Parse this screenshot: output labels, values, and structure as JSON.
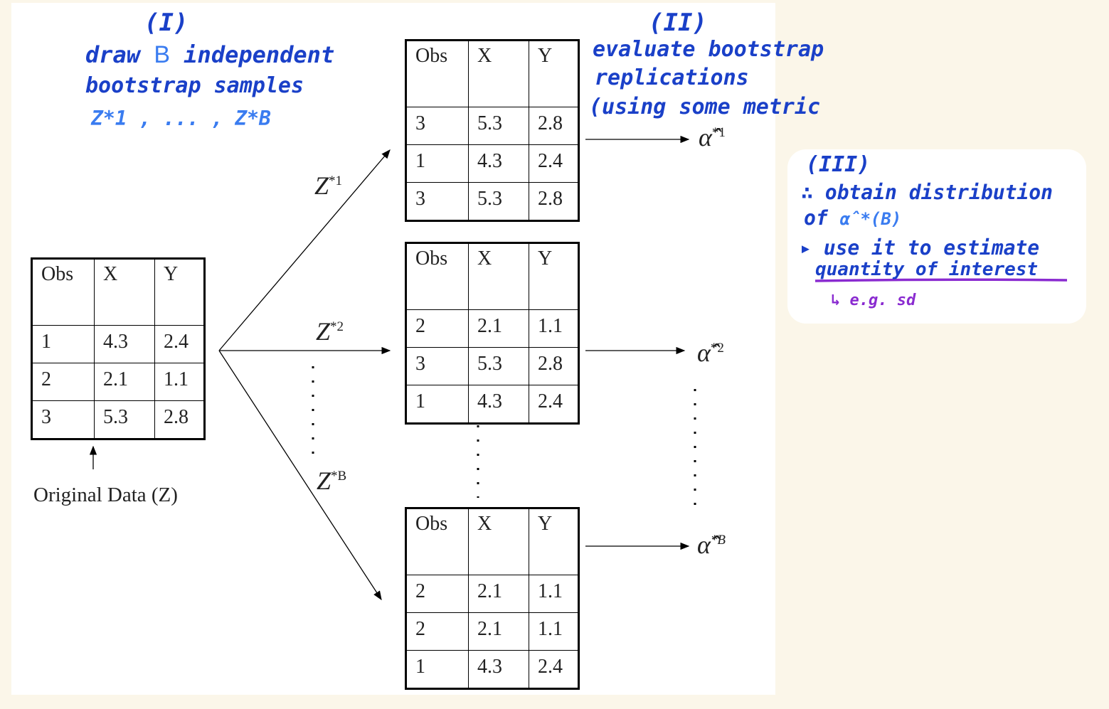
{
  "original": {
    "label": "Original Data (Z)",
    "headers": [
      "Obs",
      "X",
      "Y"
    ],
    "rows": [
      [
        "1",
        "4.3",
        "2.4"
      ],
      [
        "2",
        "2.1",
        "1.1"
      ],
      [
        "3",
        "5.3",
        "2.8"
      ]
    ]
  },
  "samples": [
    {
      "label_base": "Z",
      "label_sup": "*1",
      "alpha_sup": "*1",
      "headers": [
        "Obs",
        "X",
        "Y"
      ],
      "rows": [
        [
          "3",
          "5.3",
          "2.8"
        ],
        [
          "1",
          "4.3",
          "2.4"
        ],
        [
          "3",
          "5.3",
          "2.8"
        ]
      ]
    },
    {
      "label_base": "Z",
      "label_sup": "*2",
      "alpha_sup": "*2",
      "headers": [
        "Obs",
        "X",
        "Y"
      ],
      "rows": [
        [
          "2",
          "2.1",
          "1.1"
        ],
        [
          "3",
          "5.3",
          "2.8"
        ],
        [
          "1",
          "4.3",
          "2.4"
        ]
      ]
    },
    {
      "label_base": "Z",
      "label_sup": "*B",
      "alpha_sup": "*B",
      "headers": [
        "Obs",
        "X",
        "Y"
      ],
      "rows": [
        [
          "2",
          "2.1",
          "1.1"
        ],
        [
          "2",
          "2.1",
          "1.1"
        ],
        [
          "1",
          "4.3",
          "2.4"
        ]
      ]
    }
  ],
  "alpha_symbol": "α̂",
  "notes": {
    "step1": {
      "title": "(I)",
      "line1": "draw",
      "b": "B",
      "line1_rest": "independent",
      "line2": "bootstrap samples",
      "line3": "Z*1 , ... , Z*B"
    },
    "step2": {
      "title": "(II)",
      "line1": "evaluate bootstrap",
      "line2": "replications",
      "line3": "(using some metric"
    },
    "step3": {
      "title": "(III)",
      "line1": "∴ obtain distribution",
      "line2": "of",
      "line2_sym": "α̂*(B)",
      "line3": "▸ use it to estimate",
      "line4": "quantity of interest",
      "line5": "↳ e.g. sd"
    }
  },
  "colors": {
    "ink_blue": "#1a40c8",
    "ink_purple": "#8a2bd0",
    "ink_highlight": "#3a7cf0"
  }
}
